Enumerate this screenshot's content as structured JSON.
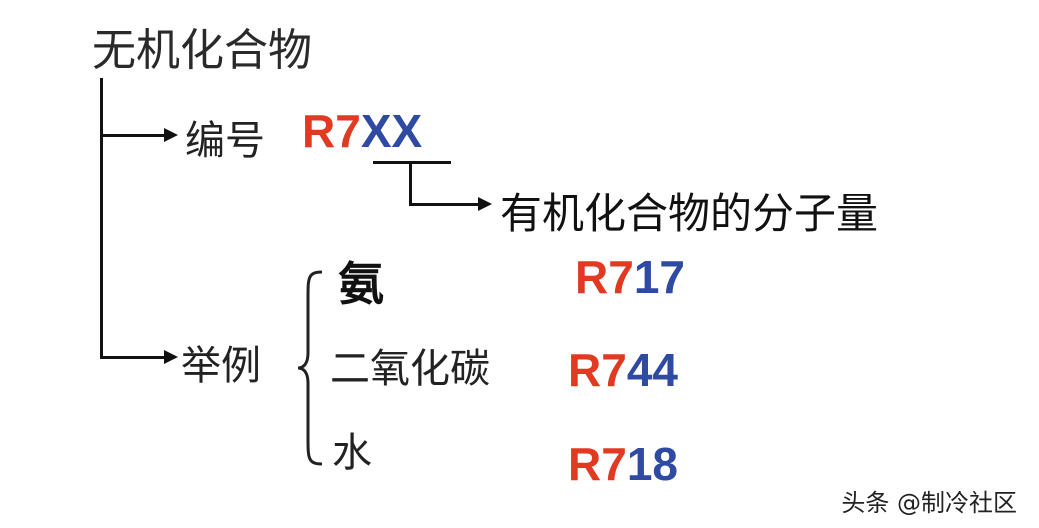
{
  "title": "无机化合物",
  "numbering": {
    "label": "编号",
    "code_prefix": "R7",
    "code_suffix": "XX",
    "suffix_meaning": "有机化合物的分子量"
  },
  "examples": {
    "label": "举例",
    "items": [
      {
        "name": "氨",
        "code_prefix": "R7",
        "code_suffix": "17"
      },
      {
        "name": "二氧化碳",
        "code_prefix": "R7",
        "code_suffix": "44"
      },
      {
        "name": "水",
        "code_prefix": "R7",
        "code_suffix": "18"
      }
    ]
  },
  "colors": {
    "prefix": "#e03a22",
    "suffix": "#2e4aa3"
  },
  "watermark": "头条 @制冷社区"
}
